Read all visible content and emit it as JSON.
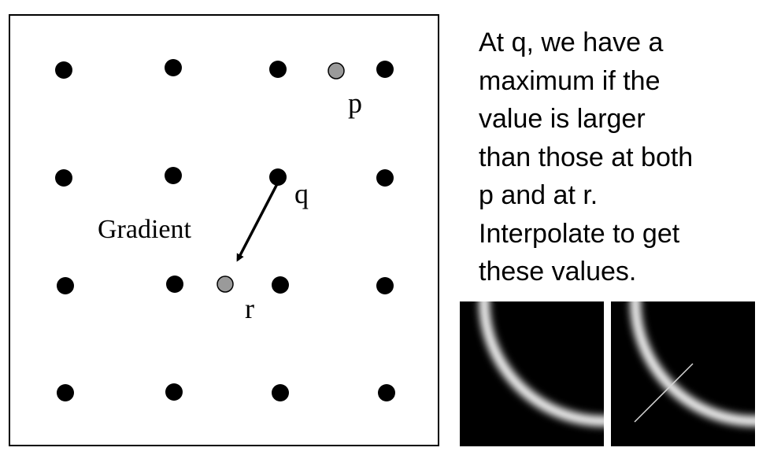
{
  "diagram": {
    "label_p": "p",
    "label_q": "q",
    "label_r": "r",
    "gradient_label": "Gradient"
  },
  "explanation": {
    "lines": [
      "At q, we have a",
      "maximum if the",
      "value is larger",
      "than those at both",
      "p and at r.",
      "Interpolate to get",
      "these values."
    ]
  },
  "colors": {
    "grid_point": "#000000",
    "interpolated_point_fill": "#9a9a9a",
    "background": "#ffffff",
    "edge_image_background": "#000000",
    "edge_ring": "#ffffff"
  },
  "icons": [
    "arrow-icon"
  ]
}
